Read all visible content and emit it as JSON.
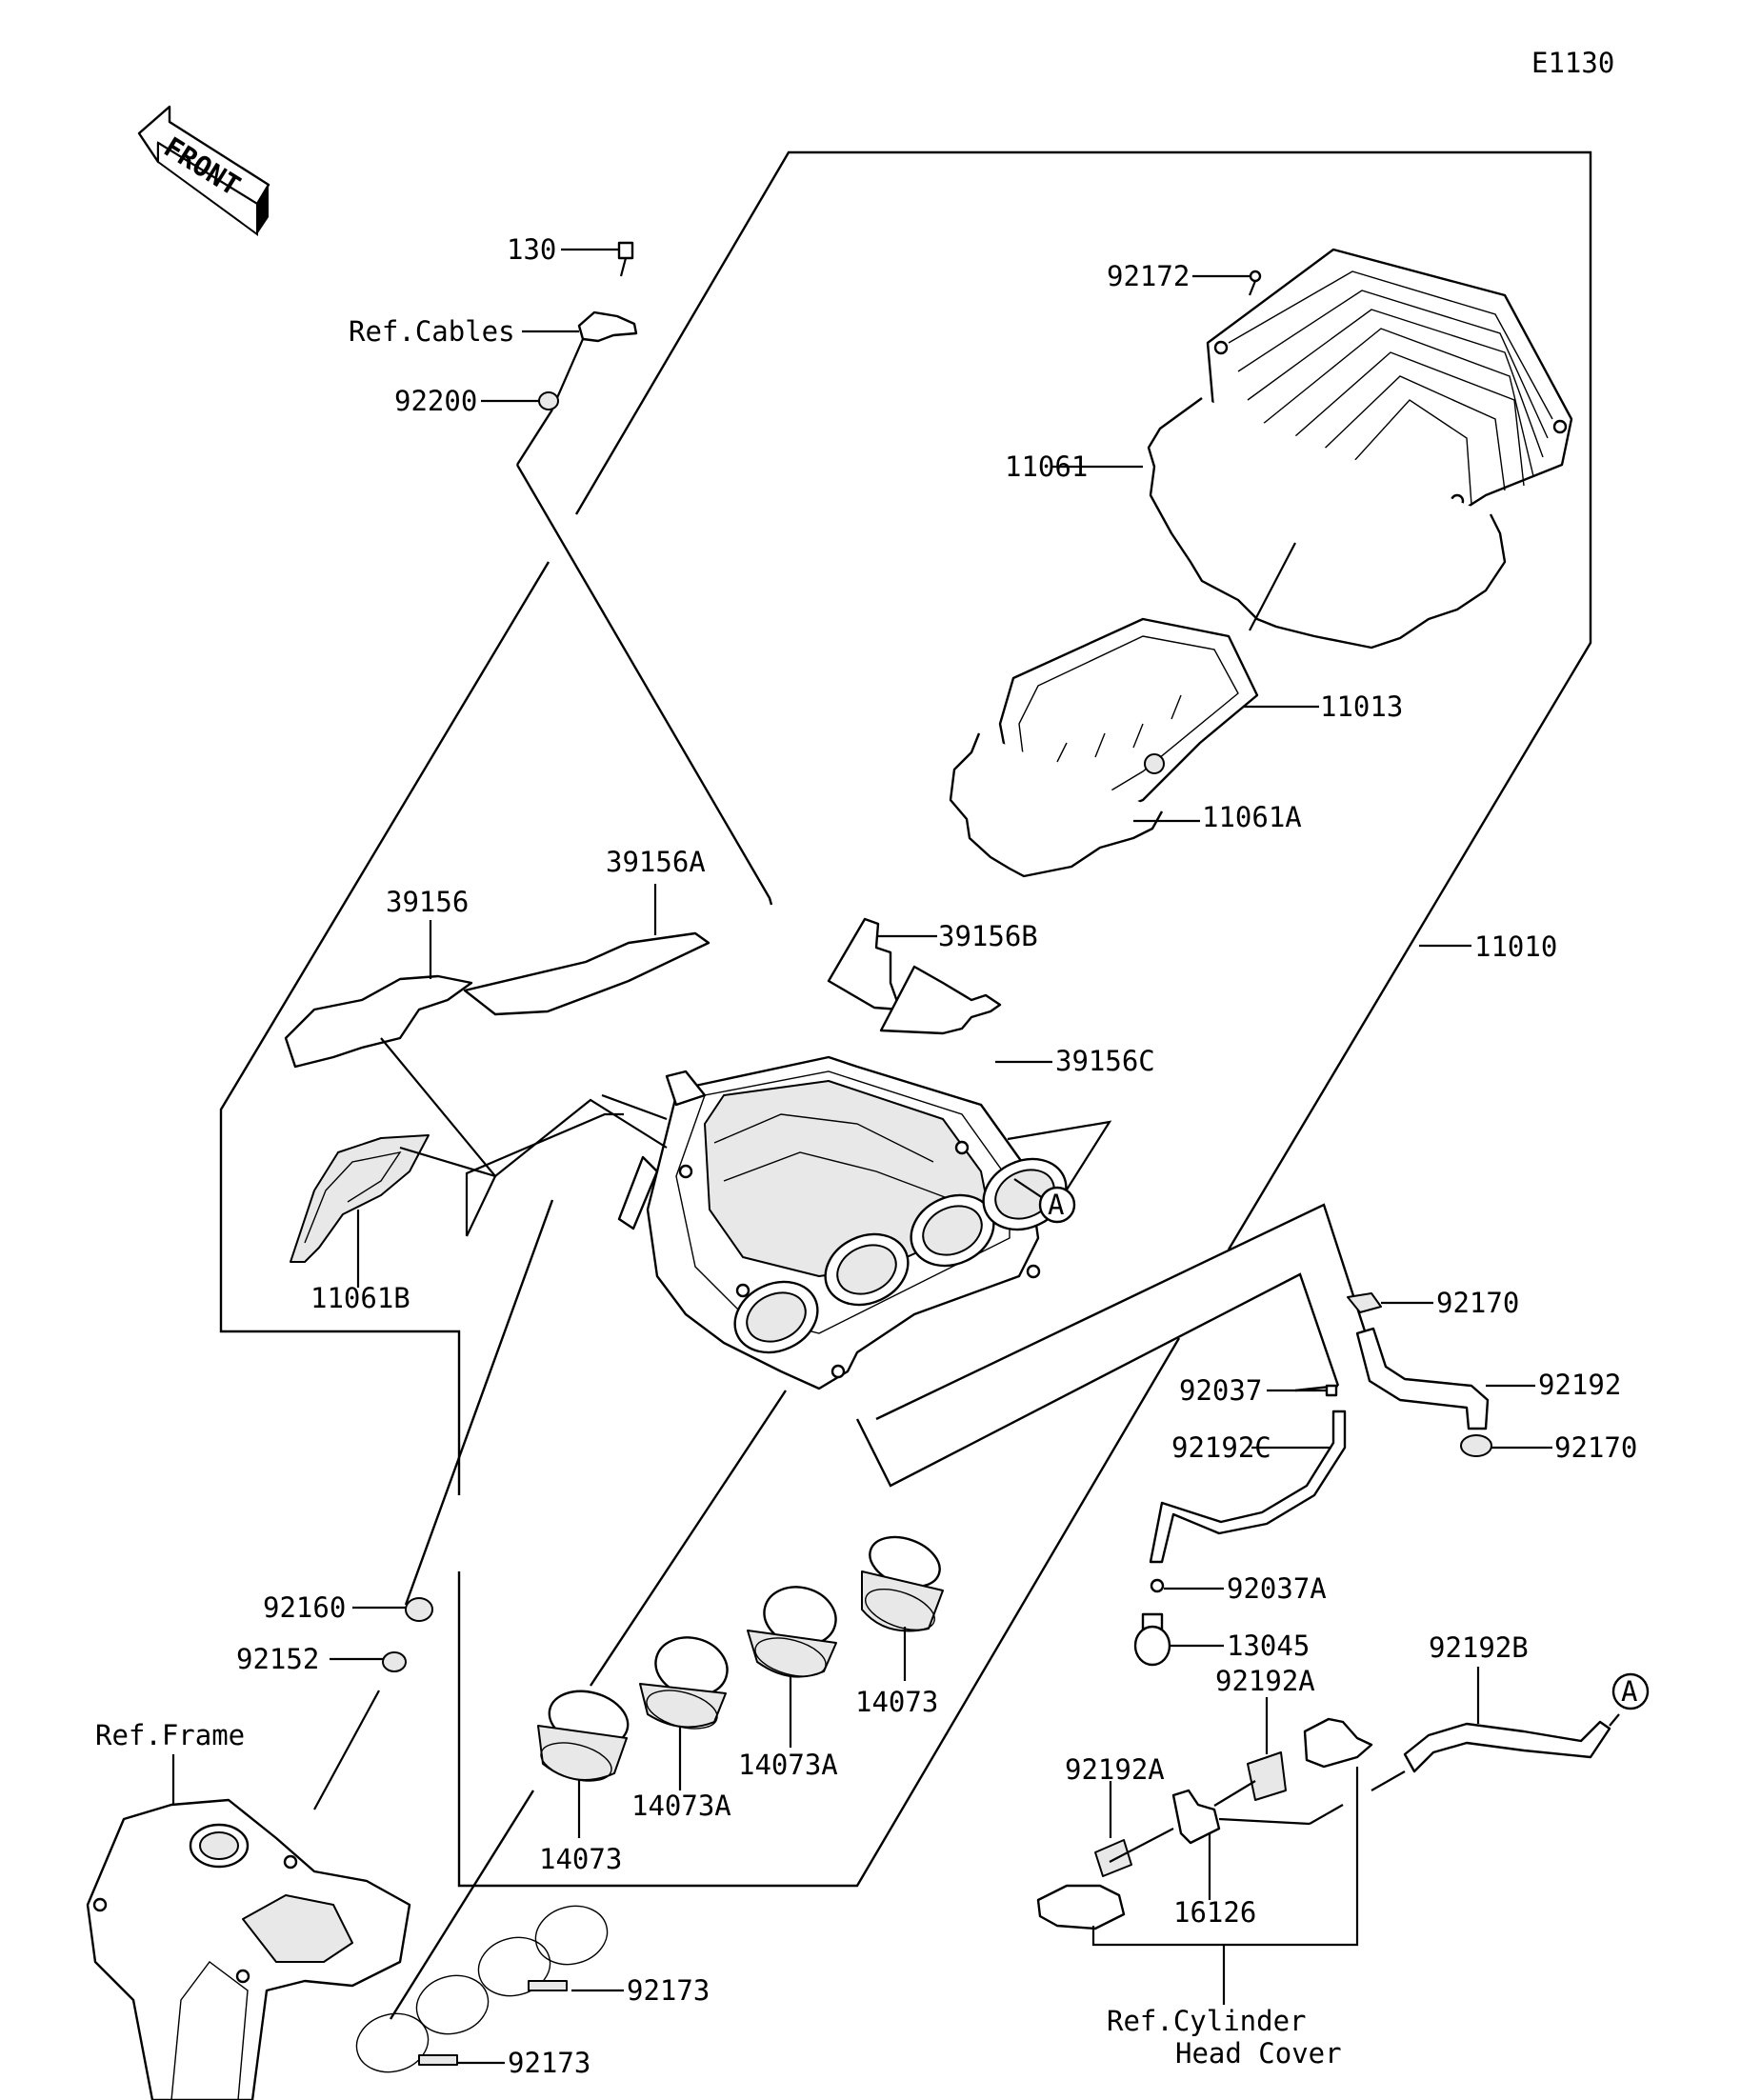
{
  "diagram_code": "E1130",
  "front_label": "FRONT",
  "callouts": {
    "p130": "130",
    "ref_cables": "Ref.Cables",
    "p92200": "92200",
    "p92172": "92172",
    "p11061": "11061",
    "p11013": "11013",
    "p11061A": "11061A",
    "p39156A": "39156A",
    "p39156": "39156",
    "p39156B": "39156B",
    "p39156C": "39156C",
    "p11010": "11010",
    "marker_A_top": "A",
    "p11061B": "11061B",
    "p92170_top": "92170",
    "p92192": "92192",
    "p92037": "92037",
    "p92170_bottom": "92170",
    "p92192C": "92192C",
    "p92037A": "92037A",
    "p13045": "13045",
    "p92192A_top": "92192A",
    "p92192B": "92192B",
    "marker_A_bottom": "A",
    "p92160": "92160",
    "p92152": "92152",
    "ref_frame": "Ref.Frame",
    "p14073_right": "14073",
    "p14073A_mid": "14073A",
    "p14073A_left": "14073A",
    "p14073_left": "14073",
    "p92192A_left": "92192A",
    "p16126": "16126",
    "p92173_upper": "92173",
    "p92173_lower": "92173",
    "ref_cyl_line1": "Ref.Cylinder",
    "ref_cyl_line2": "Head Cover"
  }
}
